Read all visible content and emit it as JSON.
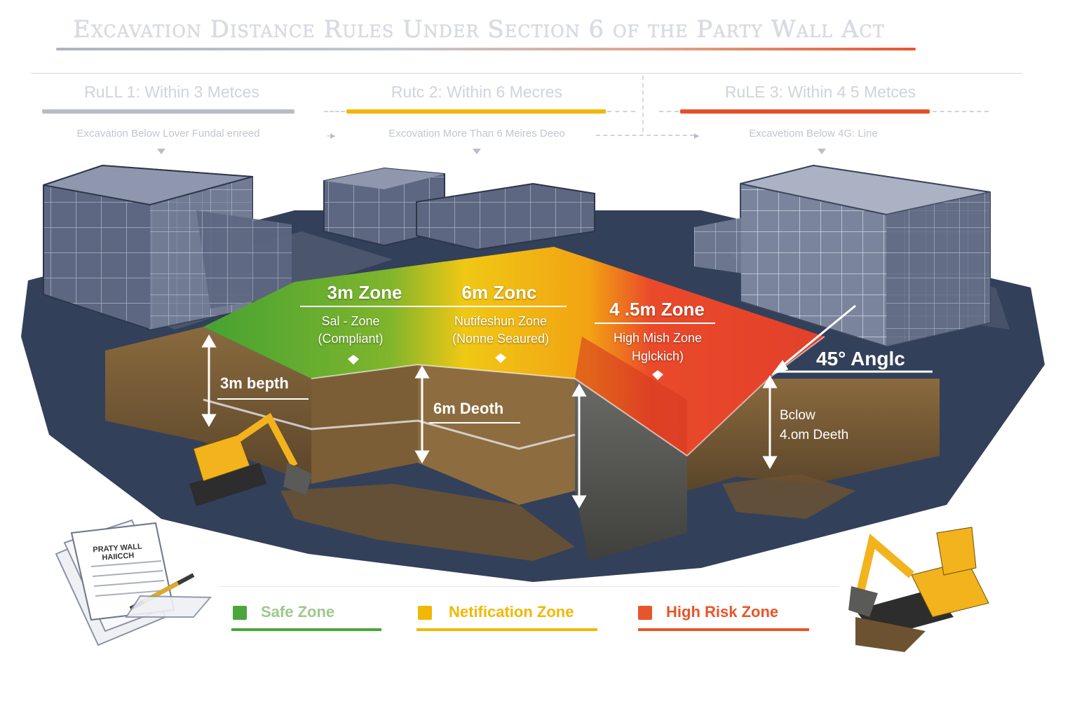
{
  "title": "Excavation Distance Rules Under Section 6 of the Party Wall Act",
  "rules": [
    {
      "header": "RuLL 1: Within 3 Metces",
      "desc": "Excavation Below Lover Fundal enreed",
      "color": "#b8bcc6"
    },
    {
      "header": "Rutc 2: Within 6 Mecres",
      "desc": "Excovation More Than 6 Meires Deeo",
      "color": "#f2b705"
    },
    {
      "header": "RuLE 3: Within 4 5 Metces",
      "desc": "Excavetiom Below 4G: Line",
      "color": "#e4502e"
    }
  ],
  "zones": [
    {
      "title": "3m Zone",
      "sub1": "Sal - Zone",
      "sub2": "(Compliant)",
      "color": "#4aa63a"
    },
    {
      "title": "6m Zonc",
      "sub1": "Nutifeshun Zone",
      "sub2": "(Nonne Seaured)",
      "color": "#f2c20c"
    },
    {
      "title": "4 .5m Zone",
      "sub1": "High Mish Zone",
      "sub2": "Hglckich)",
      "color": "#e8442a"
    }
  ],
  "depths": {
    "d1": "3m bepth",
    "d2": "6m Deoth",
    "d3_line1": "Bclow",
    "d3_line2": "4.om Deeth",
    "angle": "45° Anglc"
  },
  "notice": {
    "line1": "PRATY WALL",
    "line2": "HAIICCH"
  },
  "legend": [
    {
      "label": "Safe Zone",
      "color": "#4aa63a"
    },
    {
      "label": "Netification Zone",
      "color": "#f2b705"
    },
    {
      "label": "High Risk Zone",
      "color": "#e8552a"
    }
  ]
}
